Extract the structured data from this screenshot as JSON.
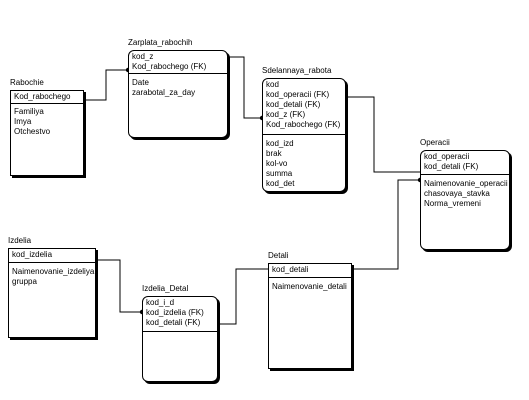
{
  "diagram": {
    "entities": {
      "rabochie": {
        "title": "Rabochie",
        "keys": [
          "Kod_rabochego"
        ],
        "attrs": [
          "Familiya",
          "Imya",
          "Otchestvo"
        ]
      },
      "zarplata": {
        "title": "Zarplata_rabochih",
        "keys": [
          "kod_z",
          "Kod_rabochego (FK)"
        ],
        "attrs": [
          "Date",
          "zarabotal_za_day"
        ]
      },
      "sdelannaya": {
        "title": "Sdelannaya_rabota",
        "keys": [
          "kod",
          "kod_operacii (FK)",
          "kod_detali (FK)",
          "kod_z (FK)",
          "Kod_rabochego (FK)"
        ],
        "attrs": [
          "kod_izd",
          "brak",
          "kol-vo",
          "summa",
          "kod_det"
        ]
      },
      "operacii": {
        "title": "Operacii",
        "keys": [
          "kod_operacii",
          "kod_detali (FK)"
        ],
        "attrs": [
          "Naimenovanie_operacii",
          "chasovaya_stavka",
          "Norma_vremeni"
        ]
      },
      "izdelia": {
        "title": "Izdelia",
        "keys": [
          "kod_izdelia"
        ],
        "attrs": [
          "Naimenovanie_izdeliya",
          "gruppa"
        ]
      },
      "izdelia_detal": {
        "title": "Izdelia_Detal",
        "keys": [
          "kod_i_d",
          "kod_izdelia (FK)",
          "kod_detali (FK)"
        ],
        "attrs": []
      },
      "detali": {
        "title": "Detali",
        "keys": [
          "kod_detali"
        ],
        "attrs": [
          "Naimenovanie_detali"
        ]
      }
    }
  }
}
